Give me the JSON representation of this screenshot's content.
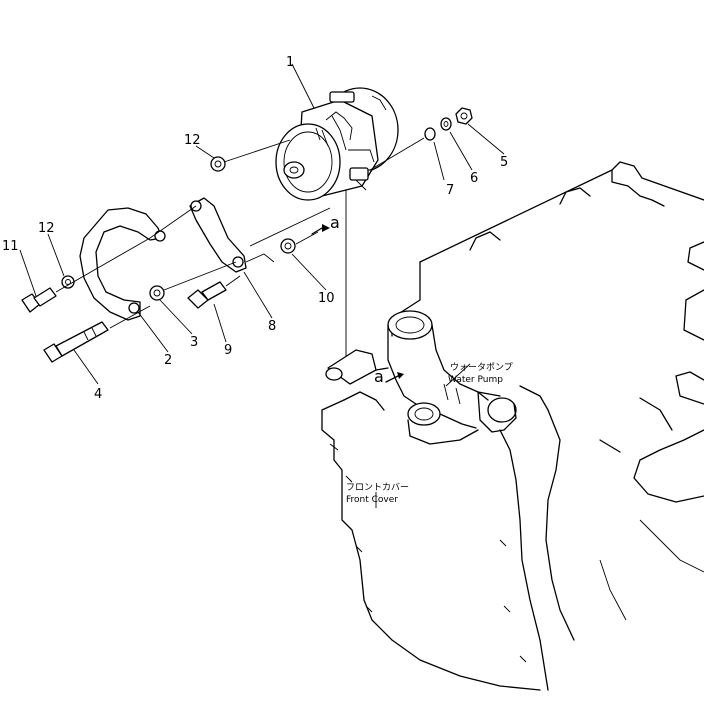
{
  "callouts": {
    "c1": "1",
    "c2": "2",
    "c3": "3",
    "c4": "4",
    "c5": "5",
    "c6": "6",
    "c7": "7",
    "c8": "8",
    "c9": "9",
    "c10": "10",
    "c11": "11",
    "c12a": "12",
    "c12b": "12"
  },
  "labels": {
    "ref_a_top": "a",
    "ref_a_engine": "a",
    "water_pump_jp": "ウォータポンプ",
    "water_pump_en": "Water Pump",
    "front_cover_jp": "フロントカバー",
    "front_cover_en": "Front Cover"
  }
}
